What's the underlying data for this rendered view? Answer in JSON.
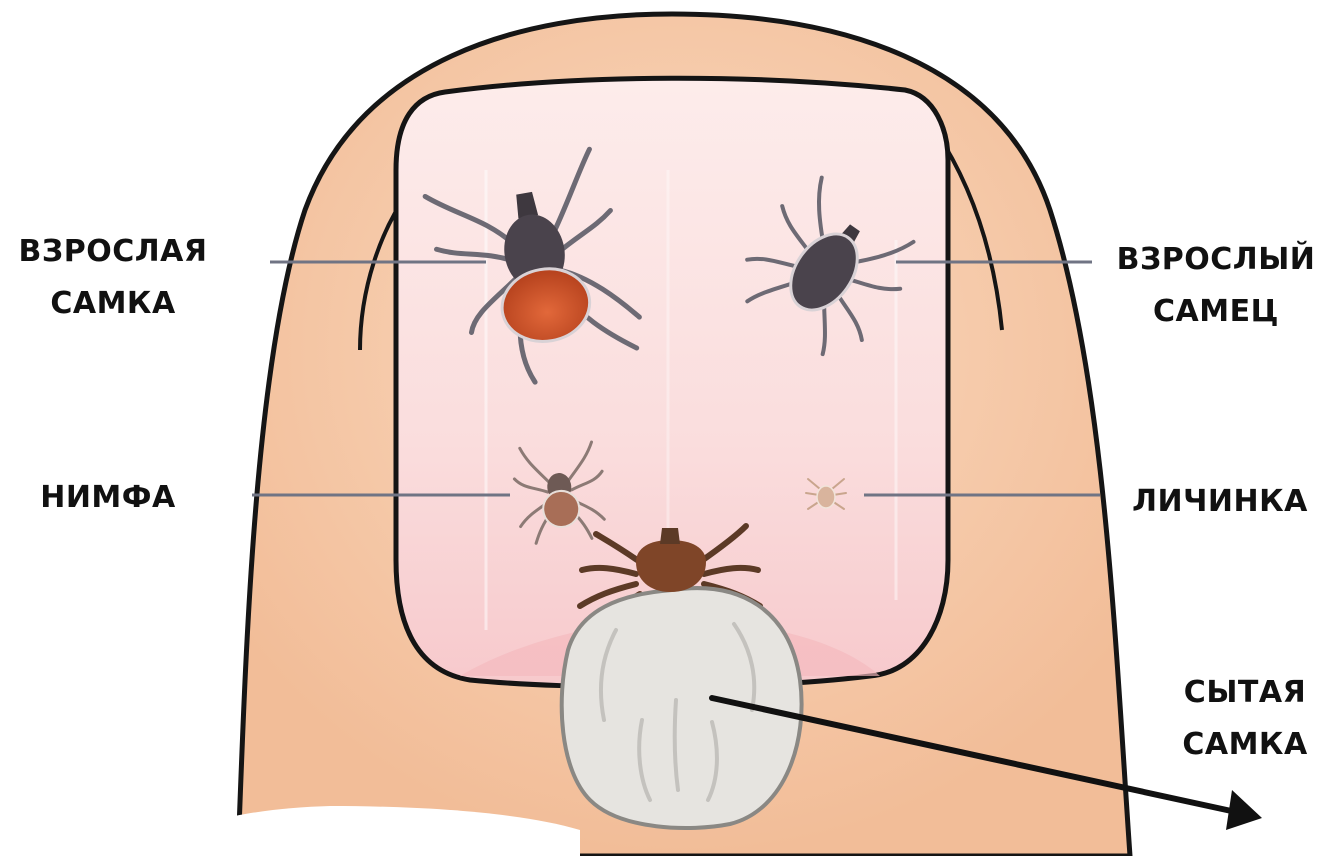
{
  "labels": {
    "adult_female": [
      "ВЗРОСЛАЯ",
      "САМКА"
    ],
    "adult_male": [
      "ВЗРОСЛЫЙ",
      "САМЕЦ"
    ],
    "nymph": [
      "НИМФА"
    ],
    "larva": [
      "ЛИЧИНКА"
    ],
    "engorged_female": [
      "СЫТАЯ",
      "САМКА"
    ]
  },
  "colors": {
    "skin": "#f6c9a7",
    "nail_bed": "#fbe2e0",
    "outline": "#141414",
    "tick_dark": "#4a434c",
    "tick_female_abdomen": "#d0562e",
    "tick_nymph": "#a86e57",
    "tick_larva": "#d9b49d",
    "engorged_body": "#e6e4e0",
    "engorged_head": "#7f4528",
    "leader_line": "#707484"
  }
}
